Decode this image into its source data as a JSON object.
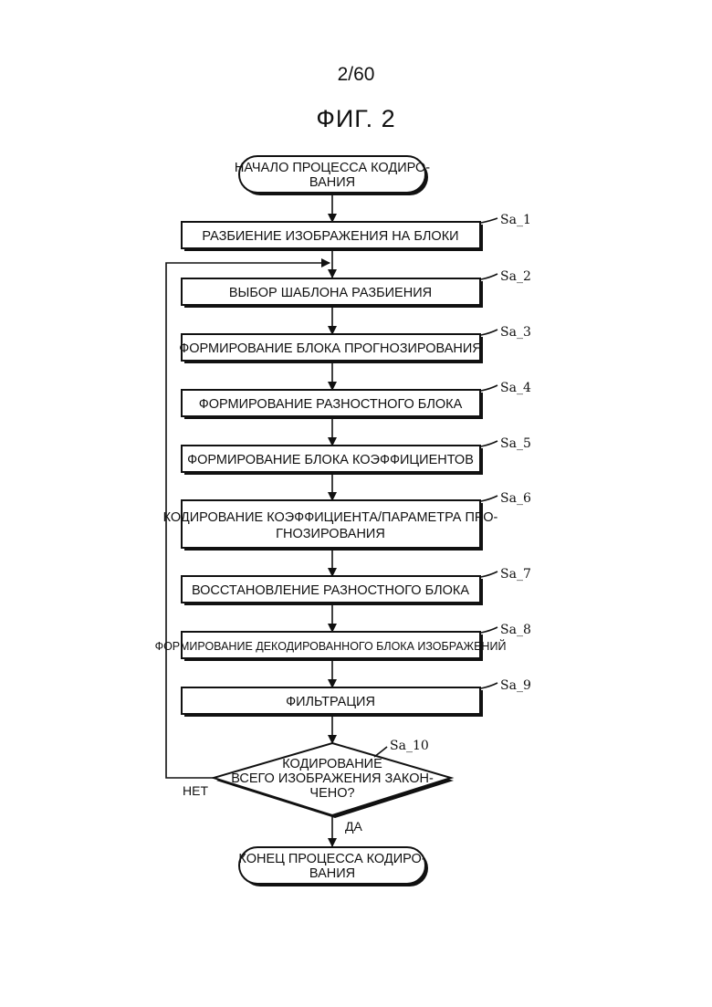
{
  "page_number": "2/60",
  "figure_title": "ФИГ. 2",
  "start": {
    "line1": "НАЧАЛО ПРОЦЕССА КОДИРО-",
    "line2": "ВАНИЯ"
  },
  "steps": [
    {
      "id": "Sa_1",
      "lines": [
        "РАЗБИЕНИЕ ИЗОБРАЖЕНИЯ НА БЛОКИ"
      ]
    },
    {
      "id": "Sa_2",
      "lines": [
        "ВЫБОР ШАБЛОНА РАЗБИЕНИЯ"
      ]
    },
    {
      "id": "Sa_3",
      "lines": [
        "ФОРМИРОВАНИЕ БЛОКА ПРОГНОЗИРОВАНИЯ"
      ]
    },
    {
      "id": "Sa_4",
      "lines": [
        "ФОРМИРОВАНИЕ РАЗНОСТНОГО БЛОКА"
      ]
    },
    {
      "id": "Sa_5",
      "lines": [
        "ФОРМИРОВАНИЕ БЛОКА КОЭФФИЦИЕНТОВ"
      ]
    },
    {
      "id": "Sa_6",
      "lines": [
        "КОДИРОВАНИЕ КОЭФФИЦИЕНТА/ПАРАМЕТРА ПРО-",
        "ГНОЗИРОВАНИЯ"
      ]
    },
    {
      "id": "Sa_7",
      "lines": [
        "ВОССТАНОВЛЕНИЕ РАЗНОСТНОГО БЛОКА"
      ]
    },
    {
      "id": "Sa_8",
      "lines": [
        "ФОРМИРОВАНИЕ ДЕКОДИРОВАННОГО БЛОКА ИЗОБРАЖЕНИЙ"
      ]
    },
    {
      "id": "Sa_9",
      "lines": [
        "ФИЛЬТРАЦИЯ"
      ]
    }
  ],
  "decision": {
    "id": "Sa_10",
    "lines": [
      "КОДИРОВАНИЕ",
      "ВСЕГО ИЗОБРАЖЕНИЯ ЗАКОН-",
      "ЧЕНО?"
    ],
    "no_label": "НЕТ",
    "yes_label": "ДА"
  },
  "end": {
    "line1": "КОНЕЦ ПРОЦЕССА КОДИРО-",
    "line2": "ВАНИЯ"
  }
}
